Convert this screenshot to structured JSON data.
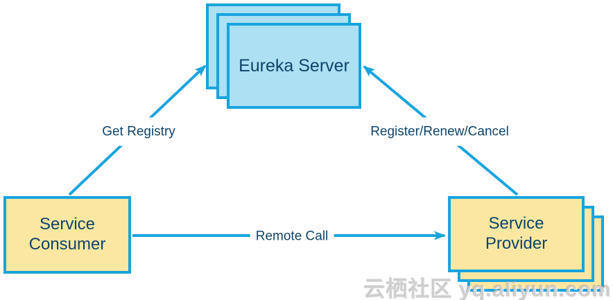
{
  "diagram": {
    "type": "architecture-diagram",
    "topic": "Eureka service discovery",
    "nodes": {
      "eureka_server": {
        "label": "Eureka Server",
        "shape": "stacked-rectangles",
        "stack_count": 3,
        "fill": "#ACE0F2"
      },
      "service_consumer": {
        "label": "Service Consumer",
        "shape": "rectangle",
        "stack_count": 1,
        "fill": "#FCE7A2"
      },
      "service_provider": {
        "label": "Service Provider",
        "shape": "stacked-rectangles",
        "stack_count": 3,
        "fill": "#FCE7A2"
      }
    },
    "edges": {
      "get_registry": {
        "label": "Get Registry",
        "from": "service_consumer",
        "to": "eureka_server"
      },
      "register_renew_cancel": {
        "label": "Register/Renew/Cancel",
        "from": "service_provider",
        "to": "eureka_server"
      },
      "remote_call": {
        "label": "Remote Call",
        "from": "service_consumer",
        "to": "service_provider"
      }
    },
    "colors": {
      "stroke_blue": "#18A4DE",
      "fill_blue": "#ACE0F2",
      "fill_yellow": "#FCE7A2",
      "text_navy": "#0F446B"
    },
    "watermark": "云栖社区 yq.aliyun.com"
  }
}
